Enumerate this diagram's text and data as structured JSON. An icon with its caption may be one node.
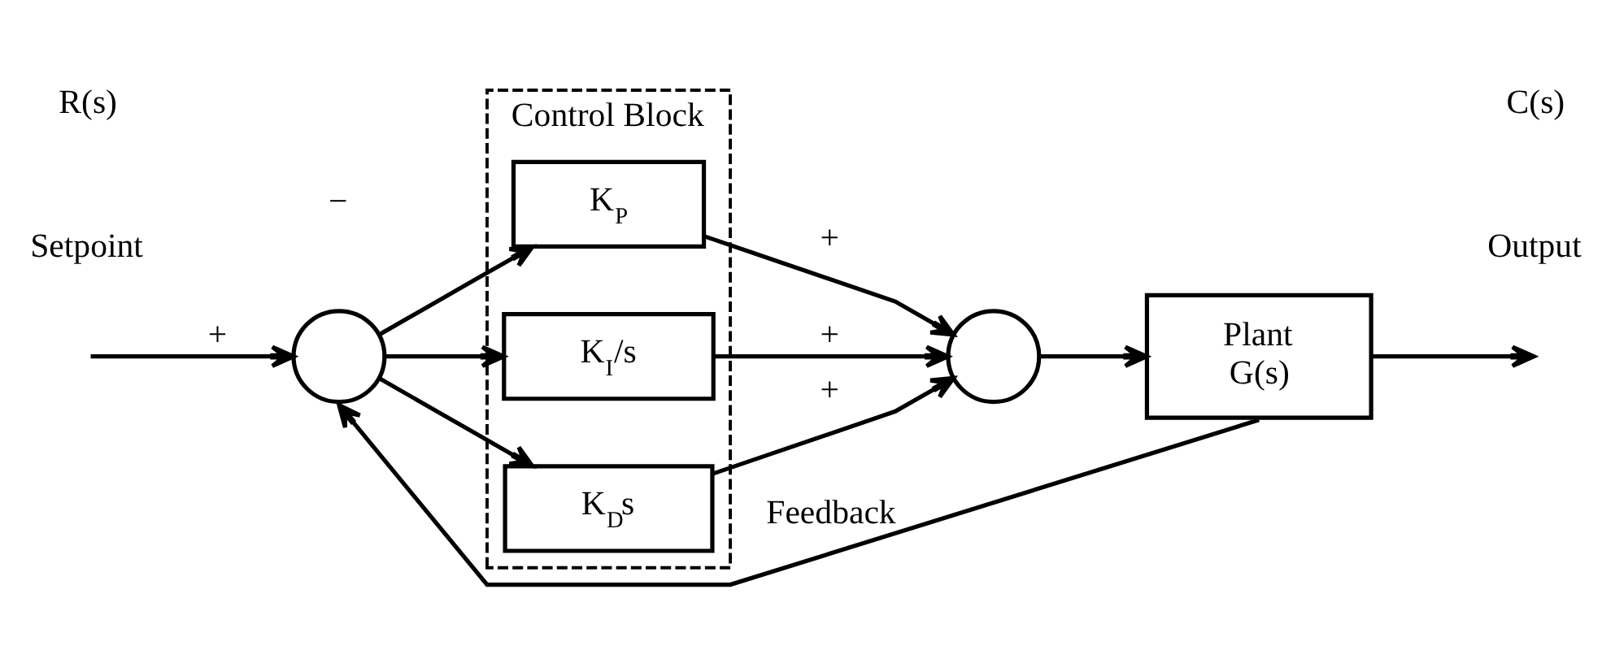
{
  "diagram": {
    "nodes": [
      {
        "text": [
          "Control Block"
        ]
      },
      {
        "text": [],
        "shape": "circle"
      },
      {
        "text": [
          "K$_{P}$"
        ],
        "in": 0
      },
      {
        "text": [
          "K$_{I}$/s"
        ],
        "in": 0
      },
      {
        "text": [
          "K$_{D}$s"
        ],
        "in": 0
      },
      {
        "text": [],
        "shape": "circle"
      },
      {
        "text": [
          "Plant",
          "G(s)"
        ]
      }
    ],
    "edges": [
      {
        "from": null,
        "to": 1,
        "arrow": "to",
        "label": "+"
      },
      {
        "from": 1,
        "to": 2,
        "arrow": "to"
      },
      {
        "from": 1,
        "to": 3,
        "arrow": "to"
      },
      {
        "from": 1,
        "to": 4,
        "arrow": "to"
      },
      {
        "from": 2,
        "to": 5,
        "arrow": "to",
        "label": "+"
      },
      {
        "from": 3,
        "to": 5,
        "arrow": "to",
        "label": "+"
      },
      {
        "from": 4,
        "to": 5,
        "arrow": "to",
        "label": "+"
      },
      {
        "from": 5,
        "to": 6,
        "arrow": "to"
      },
      {
        "from": 6,
        "to": null,
        "arrow": "to"
      },
      {
        "from": 6,
        "to": 1,
        "arrow": "to",
        "label": "Feedback"
      }
    ],
    "labels": [
      "Setpoint",
      "R(s)",
      "Output",
      "C(s)",
      "−"
    ]
  }
}
